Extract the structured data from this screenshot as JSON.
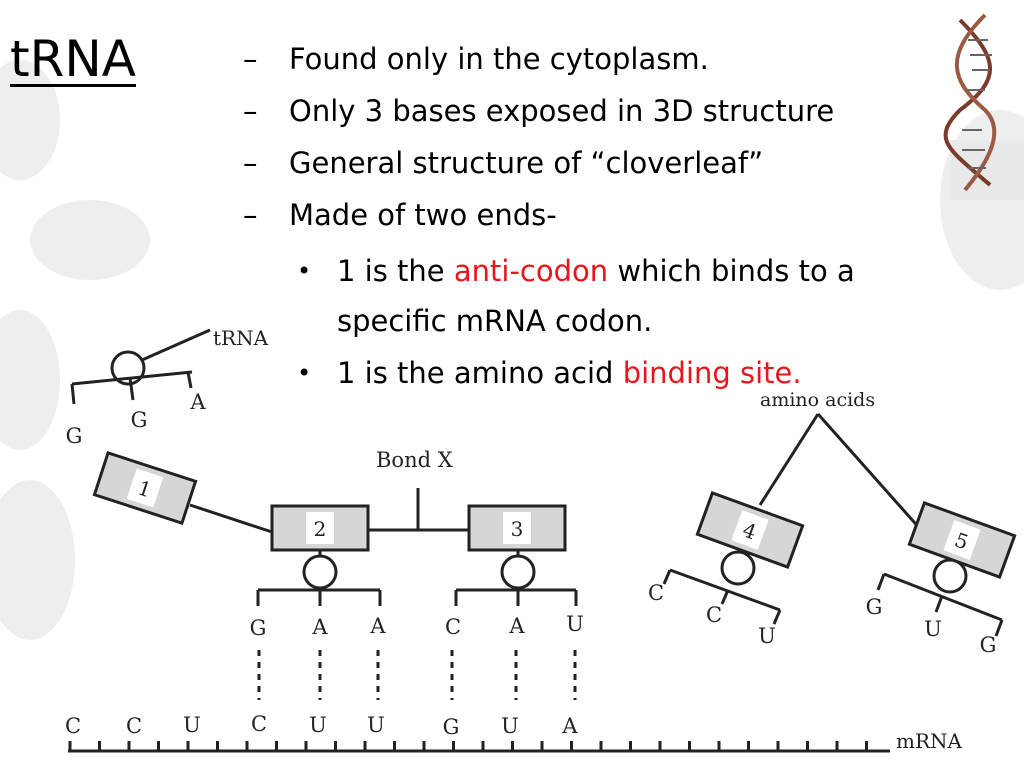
{
  "slide": {
    "title": "tRNA",
    "dash_points": [
      "Found only in the cytoplasm.",
      "Only 3 bases exposed in 3D structure",
      "General structure of “cloverleaf”",
      "Made of two ends-"
    ],
    "dash_mark": "–",
    "bullet_mark": "•",
    "sub_bullet_1": {
      "before": "1 is the ",
      "highlight": "anti-codon",
      "after": " which binds to a",
      "line2": "specific mRNA codon."
    },
    "sub_bullet_2": {
      "before": "1 is the amino acid ",
      "highlight": "binding site."
    },
    "highlight_color": "#e8161b"
  },
  "diagram": {
    "trna_label": "tRNA",
    "amino_acids_label": "amino acids",
    "bond_label": "Bond X",
    "mrna_label": "mRNA",
    "trna_boxes": [
      {
        "number": "1",
        "anticodon": [
          "G",
          "G",
          "A"
        ]
      },
      {
        "number": "2",
        "anticodon": [
          "G",
          "A",
          "A"
        ]
      },
      {
        "number": "3",
        "anticodon": [
          "C",
          "A",
          "U"
        ]
      },
      {
        "number": "4",
        "anticodon": [
          "C",
          "C",
          "U"
        ]
      },
      {
        "number": "5",
        "anticodon": [
          "G",
          "U",
          "G"
        ]
      }
    ],
    "mrna_sequence": [
      "C",
      "C",
      "U",
      "C",
      "U",
      "U",
      "G",
      "U",
      "A"
    ]
  },
  "decor": {
    "dna_helix": "dna-helix-icon"
  }
}
